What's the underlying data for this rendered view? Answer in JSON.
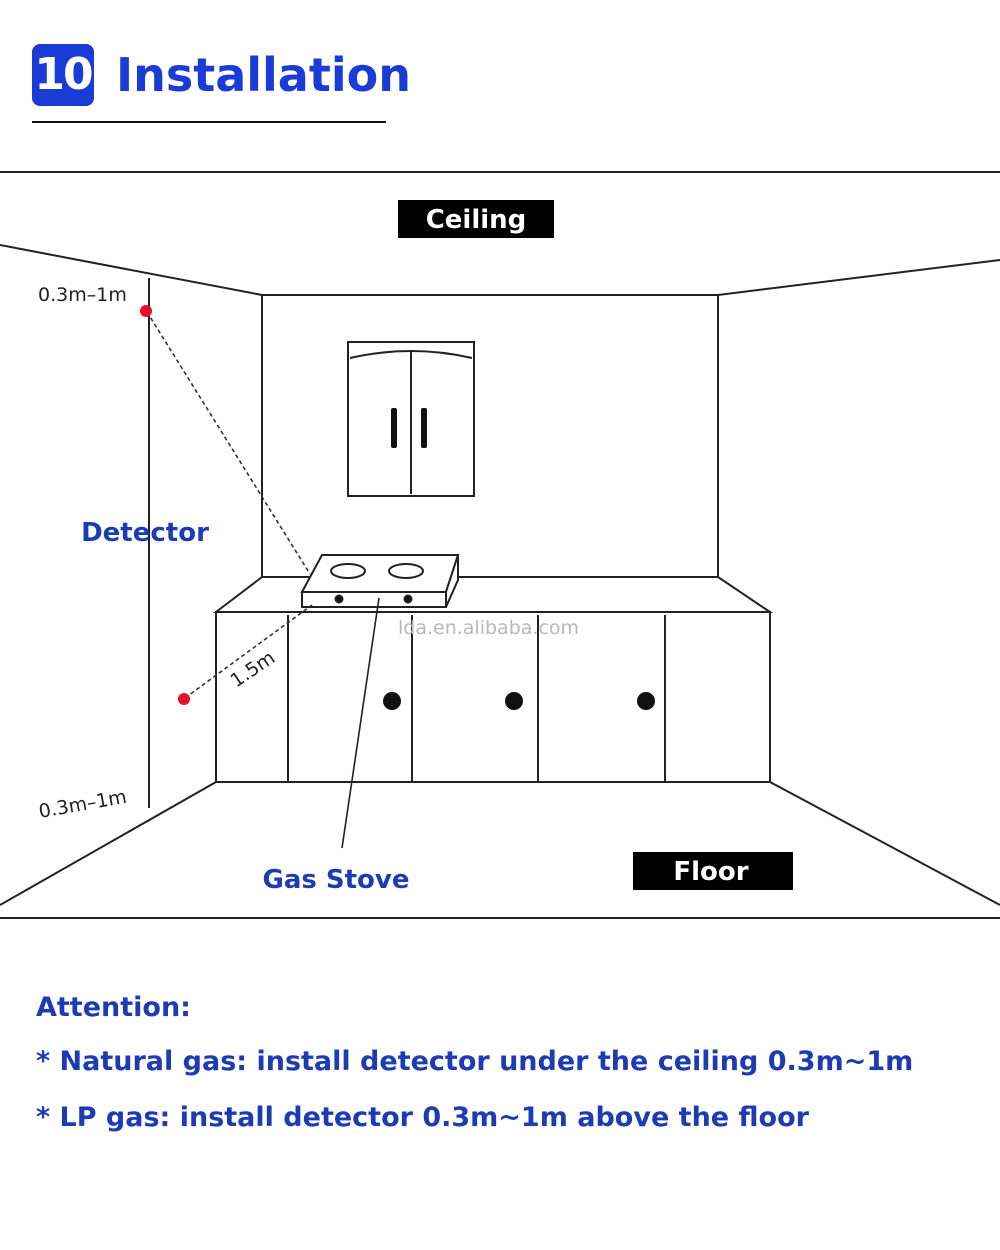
{
  "header": {
    "step_number": "10",
    "title": "Installation"
  },
  "diagram": {
    "labels": {
      "ceiling": "Ceiling",
      "floor": "Floor",
      "detector": "Detector",
      "gas_stove": "Gas Stove",
      "distance_top": "0.3m–1m",
      "distance_bottom": "0.3m–1m",
      "distance_stove": "1.5m"
    },
    "watermark": "lda.en.alibaba.com",
    "colors": {
      "label_blue": "#1d3bb5",
      "detector_red": "#e8102a",
      "line": "#222222"
    }
  },
  "attention": {
    "heading": "Attention:",
    "notes": [
      "* Natural gas:  install detector under the ceiling 0.3m~1m",
      "* LP gas:  install detector 0.3m~1m above the floor"
    ]
  }
}
